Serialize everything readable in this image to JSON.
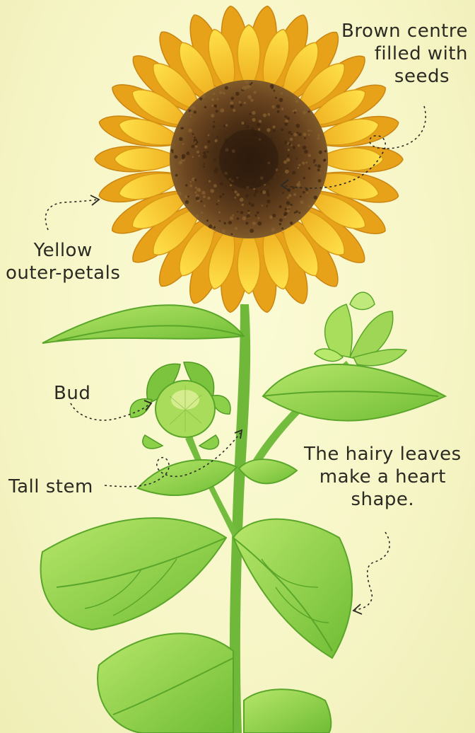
{
  "labels": {
    "brown_centre": [
      "Brown centre",
      "filled with",
      "seeds"
    ],
    "yellow_petals": [
      "Yellow",
      "outer-petals"
    ],
    "bud": "Bud",
    "tall_stem": "Tall stem",
    "hairy_leaves": [
      "The hairy leaves",
      "make a heart",
      "shape."
    ]
  },
  "colors": {
    "background": "#f7f6c8",
    "petal": "#f6c928",
    "petal_dark": "#e7a21a",
    "seed_centre": "#5a3a1c",
    "seed_core": "#3a2412",
    "leaf": "#8fd14a",
    "leaf_dark": "#5aa62a",
    "stem": "#6fb83a",
    "label_text": "#2b2a23"
  }
}
